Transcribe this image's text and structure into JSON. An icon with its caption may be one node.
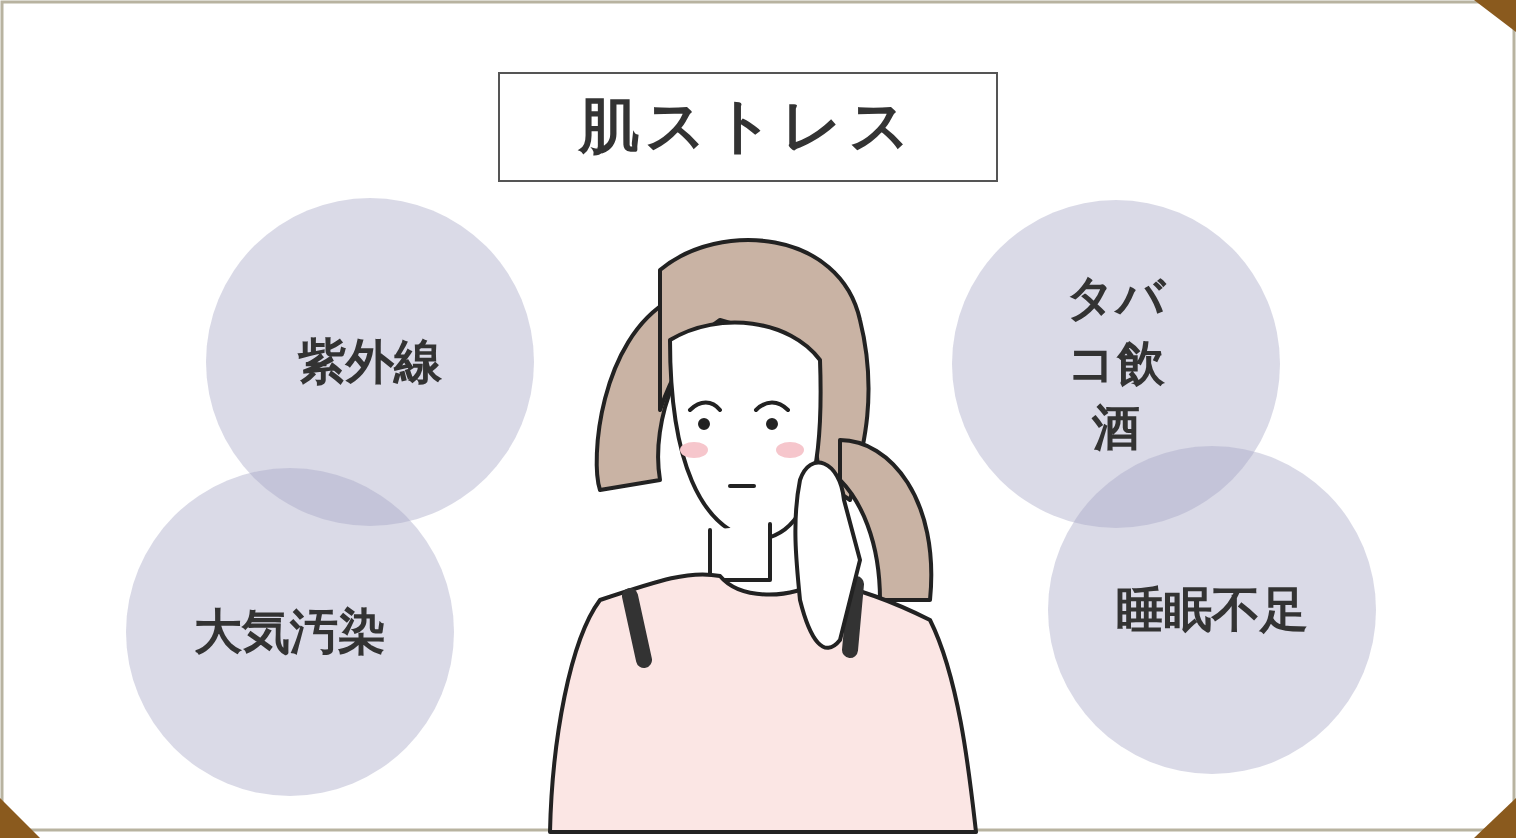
{
  "diagram": {
    "nodes": [
      {
        "text": [
          "肌ストレス"
        ]
      },
      {
        "text": [
          "紫外線"
        ]
      },
      {
        "text": [
          "大気汚染"
        ]
      },
      {
        "text": [
          "タバコ飲酒"
        ]
      },
      {
        "text": [
          "睡眠不足"
        ]
      }
    ]
  }
}
